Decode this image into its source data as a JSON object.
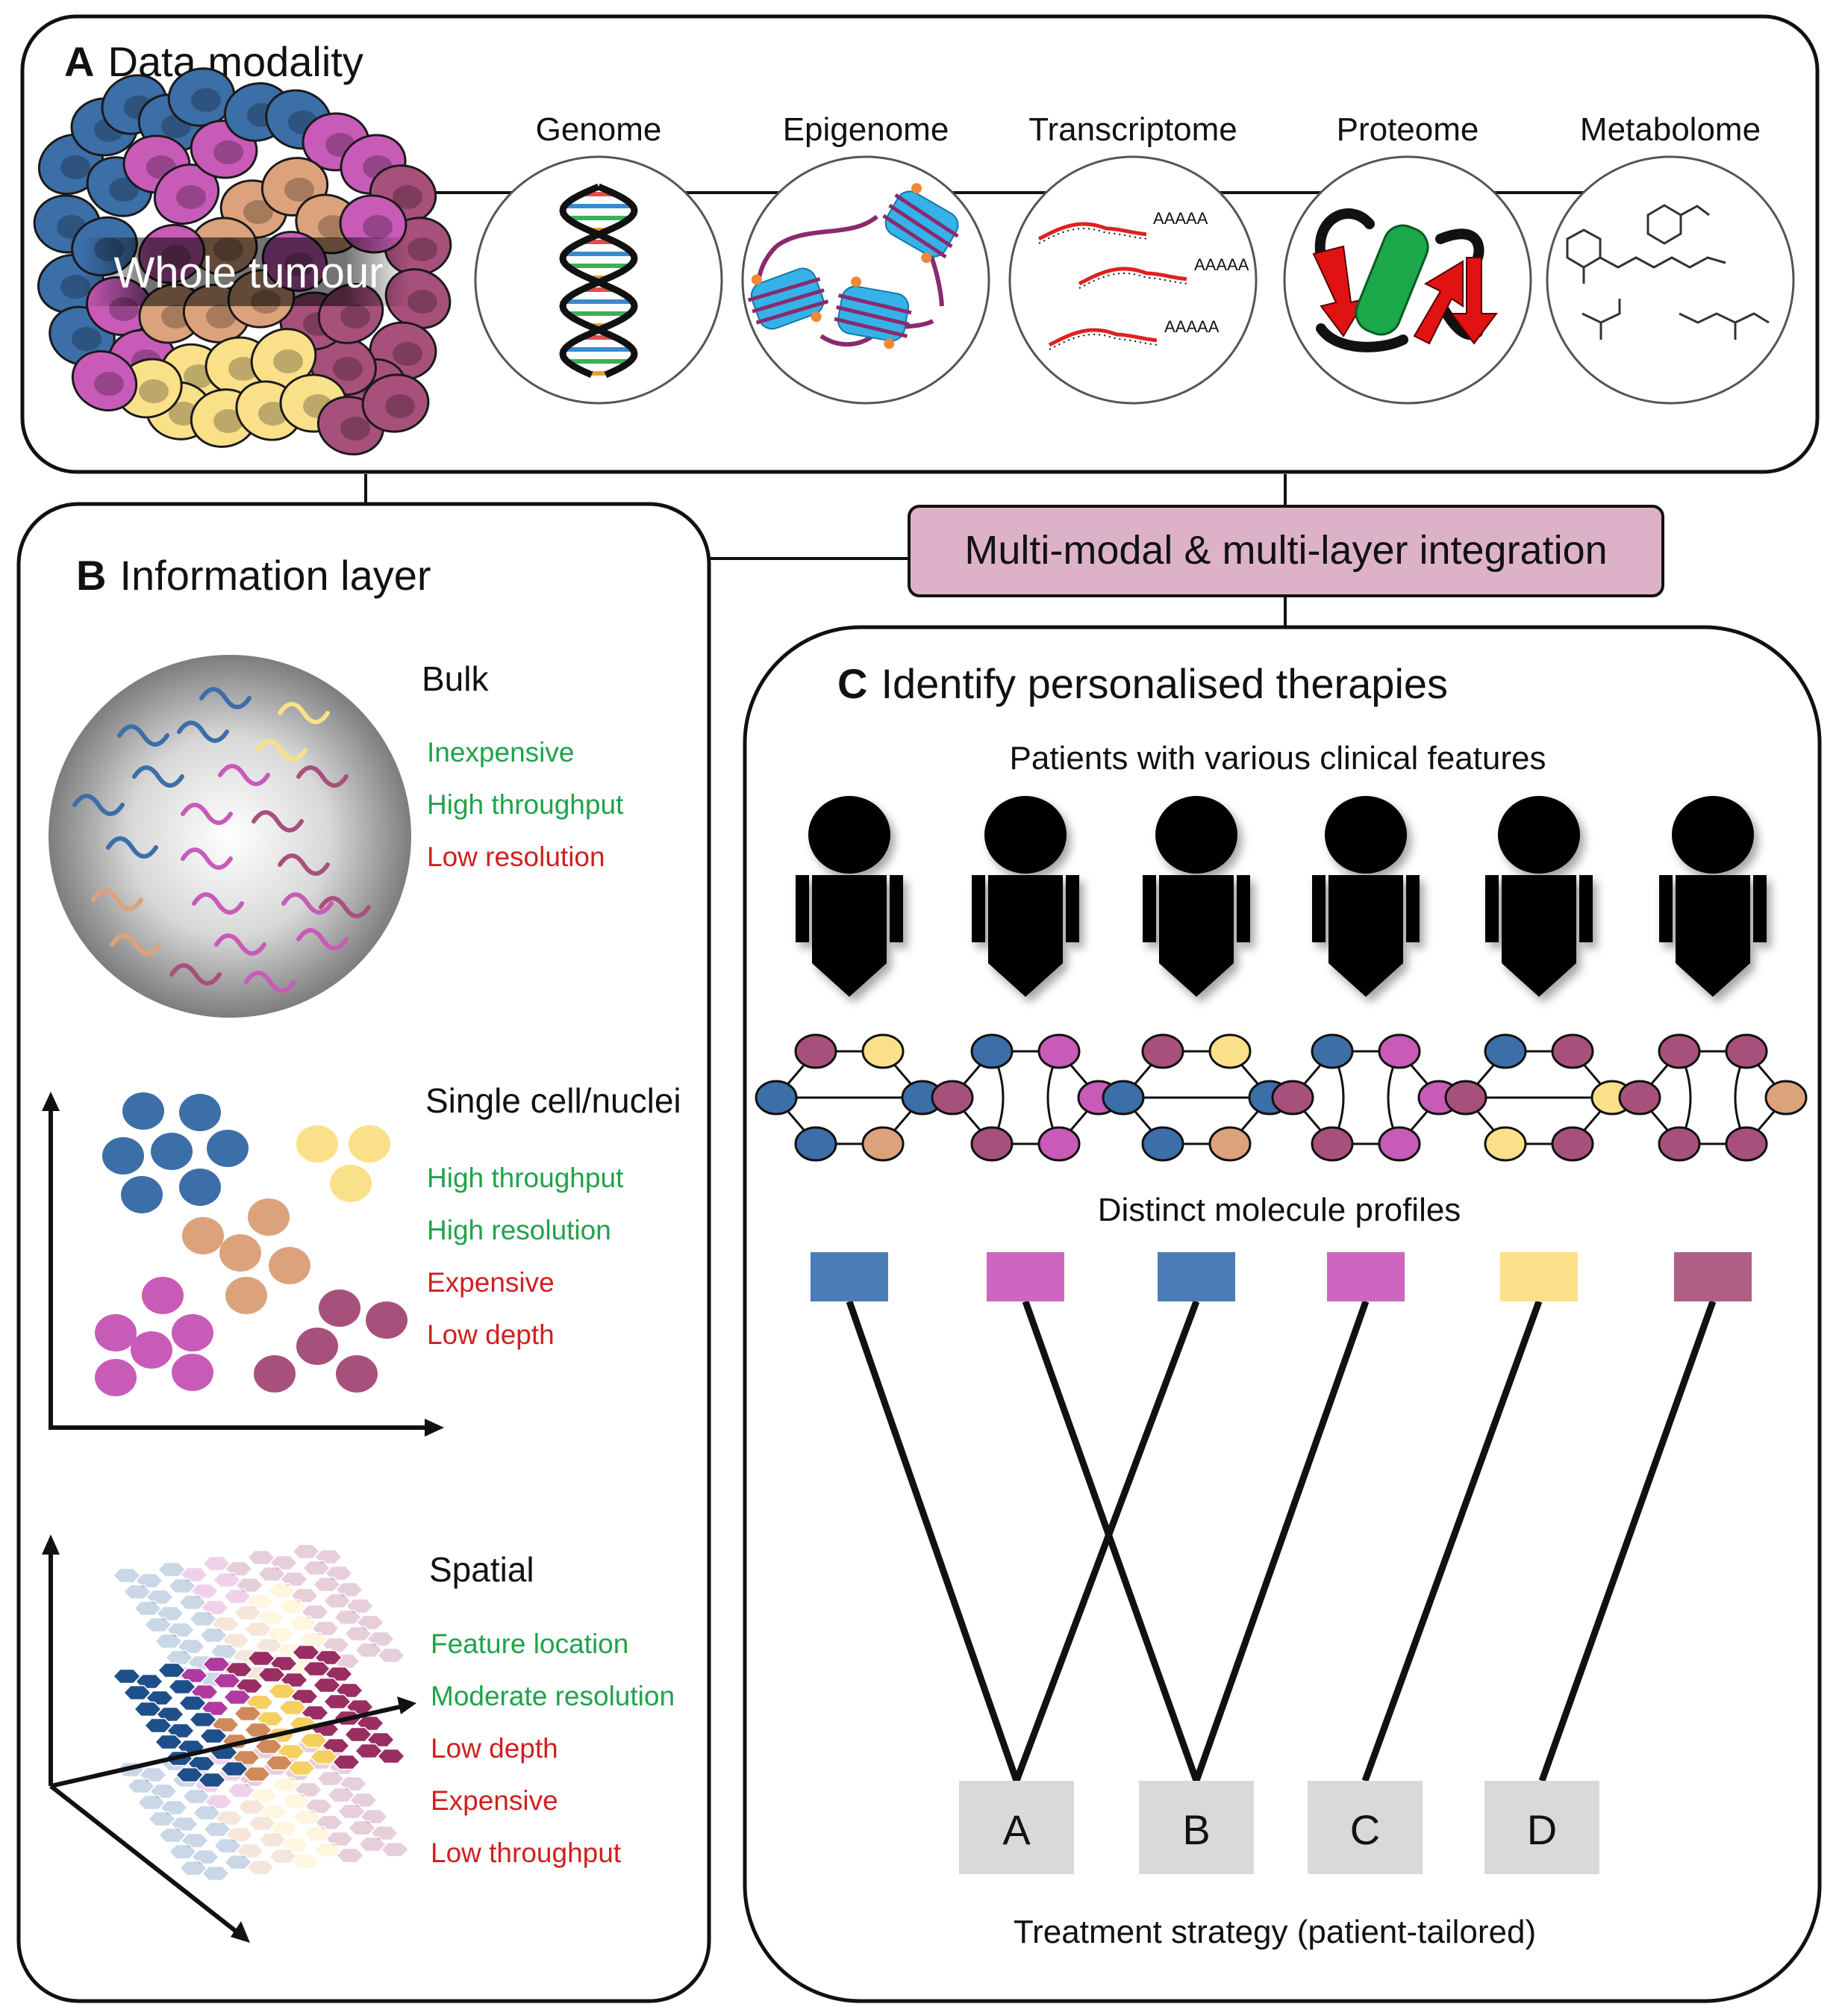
{
  "panel_a": {
    "letter": "A",
    "title": "Data modality",
    "tumour_label": "Whole tumour",
    "modalities": [
      "Genome",
      "Epigenome",
      "Transcriptome",
      "Proteome",
      "Metabolome"
    ],
    "polyA": "AAAAA"
  },
  "integration_label": "Multi-modal & multi-layer integration",
  "panel_b": {
    "letter": "B",
    "title": "Information layer",
    "layers": [
      {
        "name": "Bulk",
        "pros": [
          "Inexpensive",
          "High throughput"
        ],
        "cons": [
          "Low resolution"
        ]
      },
      {
        "name": "Single cell/nuclei",
        "pros": [
          "High throughput",
          "High resolution"
        ],
        "cons": [
          "Expensive",
          "Low depth"
        ]
      },
      {
        "name": "Spatial",
        "pros": [
          "Feature location",
          "Moderate resolution"
        ],
        "cons": [
          "Low depth",
          "Expensive",
          "Low throughput"
        ]
      }
    ]
  },
  "panel_c": {
    "letter": "C",
    "title": "Identify personalised therapies",
    "patients_label": "Patients with various clinical features",
    "profiles_label": "Distinct molecule profiles",
    "profile_colors": [
      "#4a7db5",
      "#cc66c0",
      "#4a7db5",
      "#cc66c0",
      "#fbe08a",
      "#b05e86"
    ],
    "treatments": [
      "A",
      "B",
      "C",
      "D"
    ],
    "links": [
      [
        0,
        0
      ],
      [
        1,
        1
      ],
      [
        2,
        0
      ],
      [
        3,
        1
      ],
      [
        4,
        2
      ],
      [
        5,
        3
      ]
    ],
    "strategy_label": "Treatment strategy (patient-tailored)"
  },
  "colors": {
    "blue": "#3c6ea8",
    "magenta": "#c85bb8",
    "tan": "#dca27c",
    "yellow": "#fbe08a",
    "plum": "#a8507c",
    "integration_box": "#ddb2c8",
    "treatment_box": "#d9d9d9",
    "pro_text": "#1fa34a",
    "con_text": "#d02020"
  },
  "network_colors": [
    [
      "#a8507c",
      "#fbe08a",
      "#3c6ea8",
      "#3c6ea8",
      "#3c6ea8",
      "#dca27c"
    ],
    [
      "#3c6ea8",
      "#c85bb8",
      "#a8507c",
      "#c85bb8",
      "#a8507c",
      "#c85bb8"
    ],
    [
      "#a8507c",
      "#fbe08a",
      "#3c6ea8",
      "#3c6ea8",
      "#3c6ea8",
      "#dca27c"
    ],
    [
      "#3c6ea8",
      "#c85bb8",
      "#a8507c",
      "#c85bb8",
      "#a8507c",
      "#c85bb8"
    ],
    [
      "#3c6ea8",
      "#a8507c",
      "#a8507c",
      "#fbe08a",
      "#fbe08a",
      "#a8507c"
    ],
    [
      "#a8507c",
      "#a8507c",
      "#a8507c",
      "#dca27c",
      "#a8507c",
      "#a8507c"
    ]
  ]
}
